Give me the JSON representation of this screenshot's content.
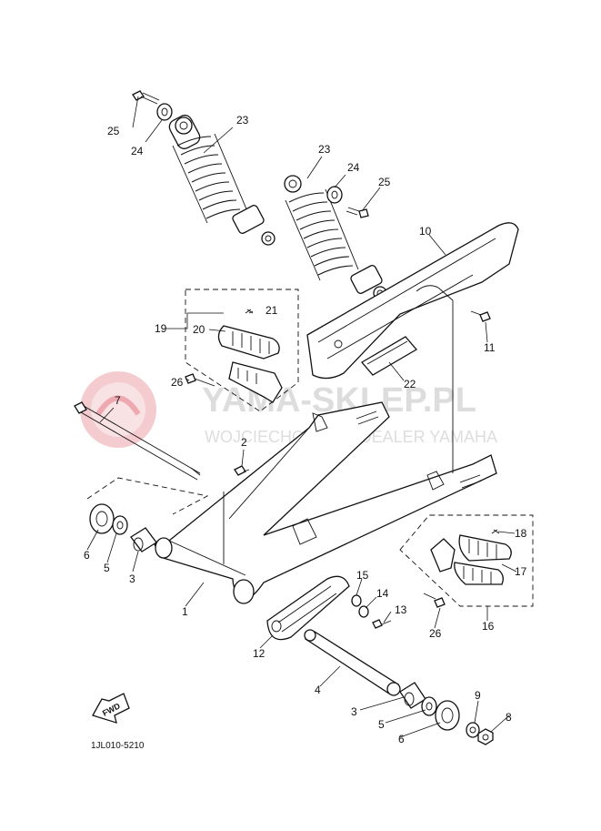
{
  "watermark": {
    "name": "YAMA-SKLEP.PL",
    "subtitle": "WOJCIECHOWICZ | DEALER YAMAHA",
    "color": "#e8a0a8"
  },
  "diagram_code": "1JL010-5210",
  "fwd_label": "FWD",
  "callouts": {
    "c1": "1",
    "c2": "2",
    "c3a": "3",
    "c3b": "3",
    "c4": "4",
    "c5a": "5",
    "c5b": "5",
    "c6a": "6",
    "c6b": "6",
    "c7": "7",
    "c8": "8",
    "c9": "9",
    "c10": "10",
    "c11": "11",
    "c12": "12",
    "c13": "13",
    "c14": "14",
    "c15": "15",
    "c16": "16",
    "c17": "17",
    "c18": "18",
    "c19": "19",
    "c20": "20",
    "c21": "21",
    "c22": "22",
    "c23a": "23",
    "c23b": "23",
    "c24a": "24",
    "c24b": "24",
    "c25a": "25",
    "c25b": "25",
    "c26a": "26",
    "c26b": "26"
  }
}
